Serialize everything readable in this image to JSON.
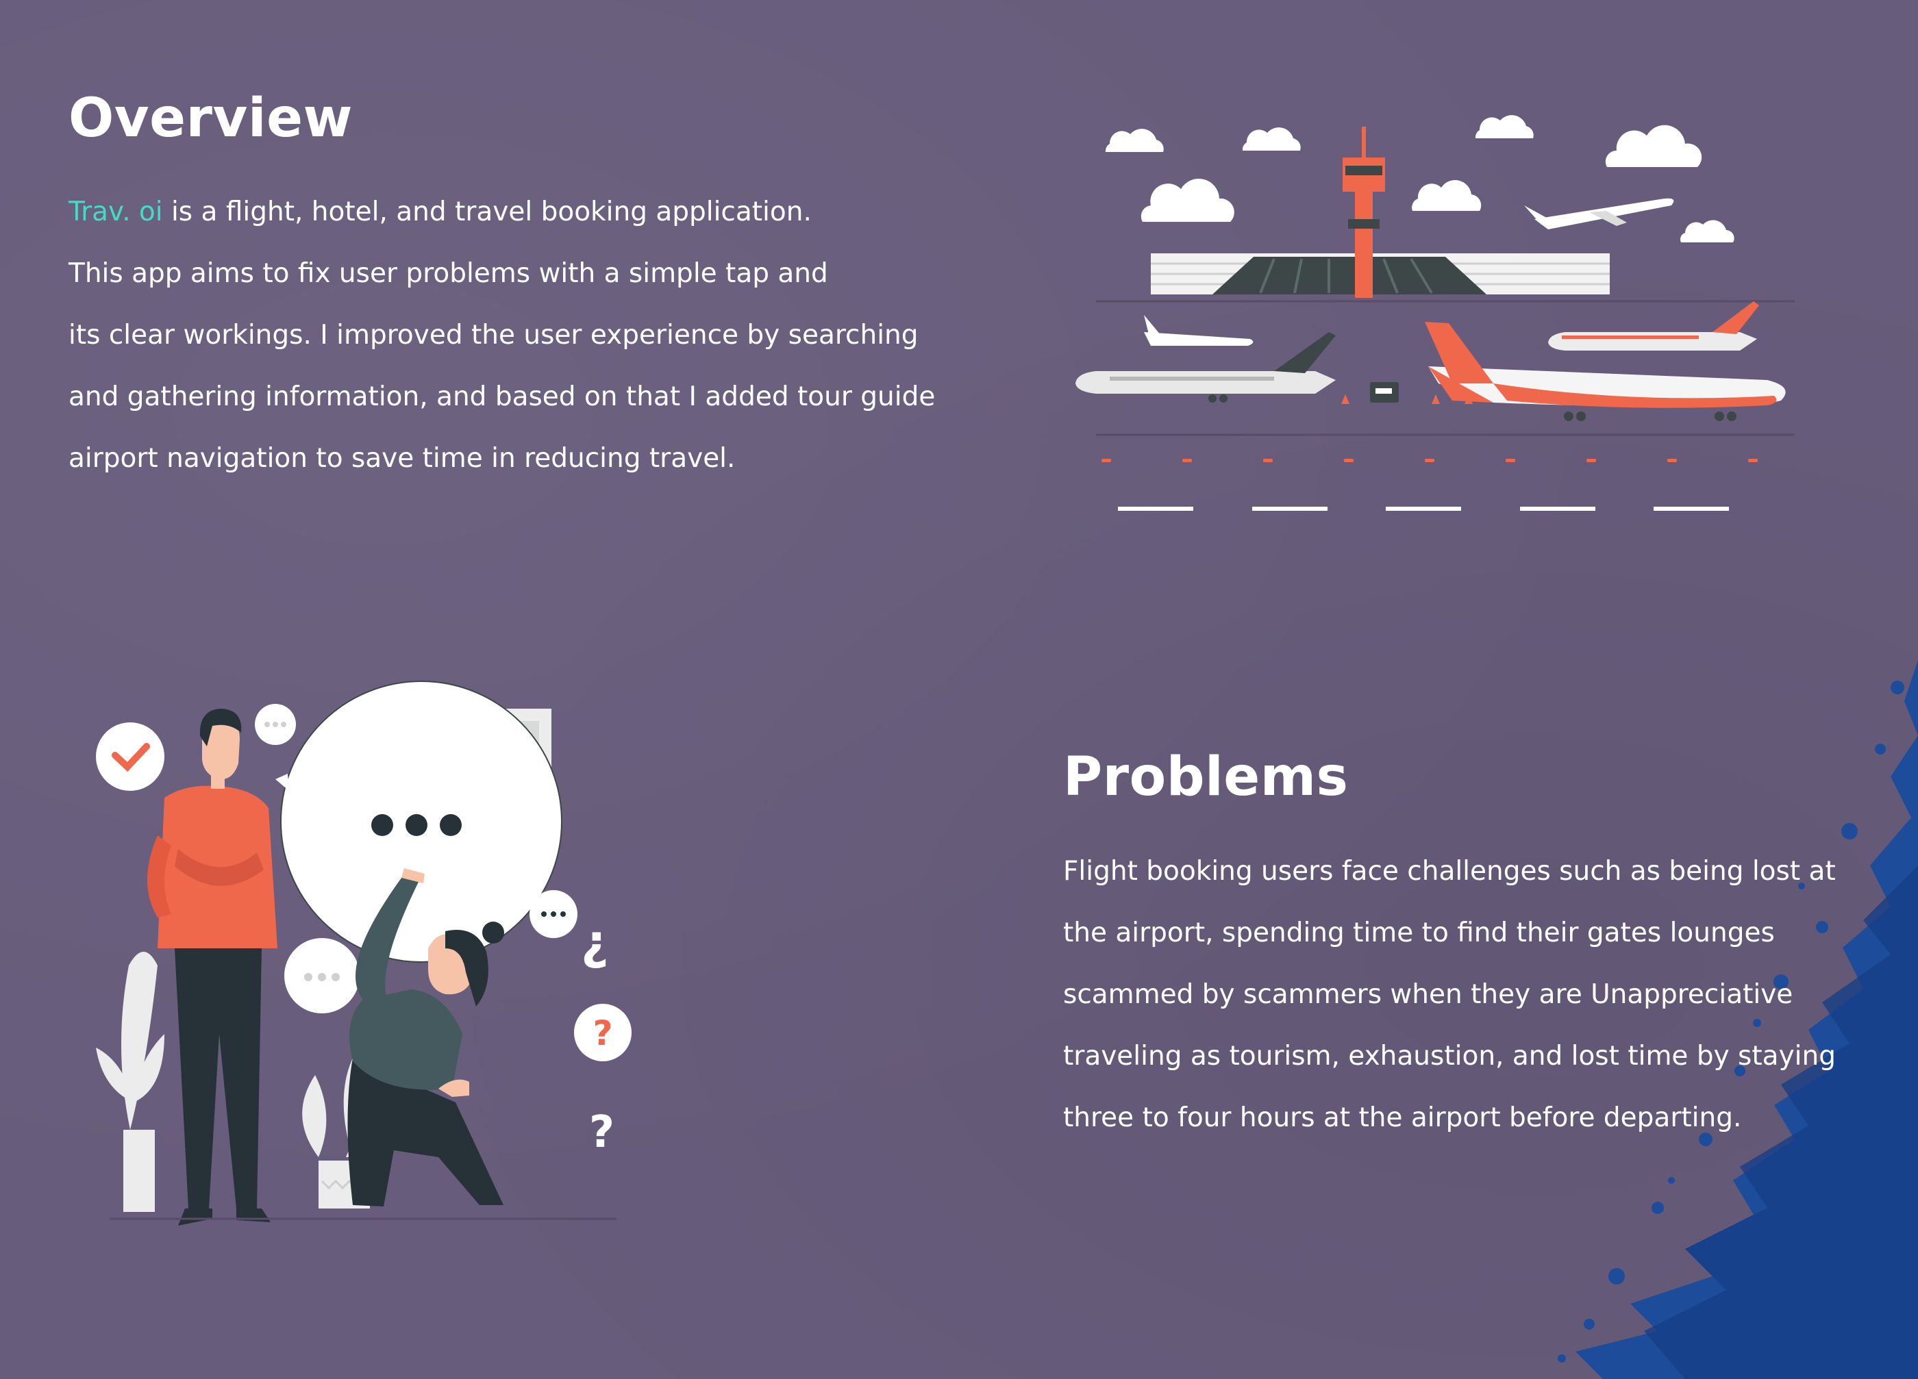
{
  "colors": {
    "background": "#675c7b",
    "accent": "#41dcc4",
    "illustration_orange": "#f0684c",
    "splash_blue": "#1d4d9a"
  },
  "overview": {
    "title": "Overview",
    "brand": "Trav. oi",
    "lines": [
      " is a flight, hotel, and travel booking application.",
      "This app aims to fix user problems with a simple tap and",
      "its clear workings. I improved the user experience by searching",
      "and gathering information, and based on that I added tour guide",
      "airport navigation to save time in reducing travel."
    ]
  },
  "problems": {
    "title": "Problems",
    "lines": [
      "Flight booking users face challenges such as being lost at",
      "the airport, spending time to find their gates lounges",
      "scammed by scammers when they are Unappreciative",
      "traveling as tourism, exhaustion, and lost time by staying",
      "three to four hours at the airport before departing."
    ]
  },
  "illustrations": {
    "airport": "airport-illustration",
    "people": "confused-people-illustration",
    "splash": "blue-paint-splash"
  }
}
